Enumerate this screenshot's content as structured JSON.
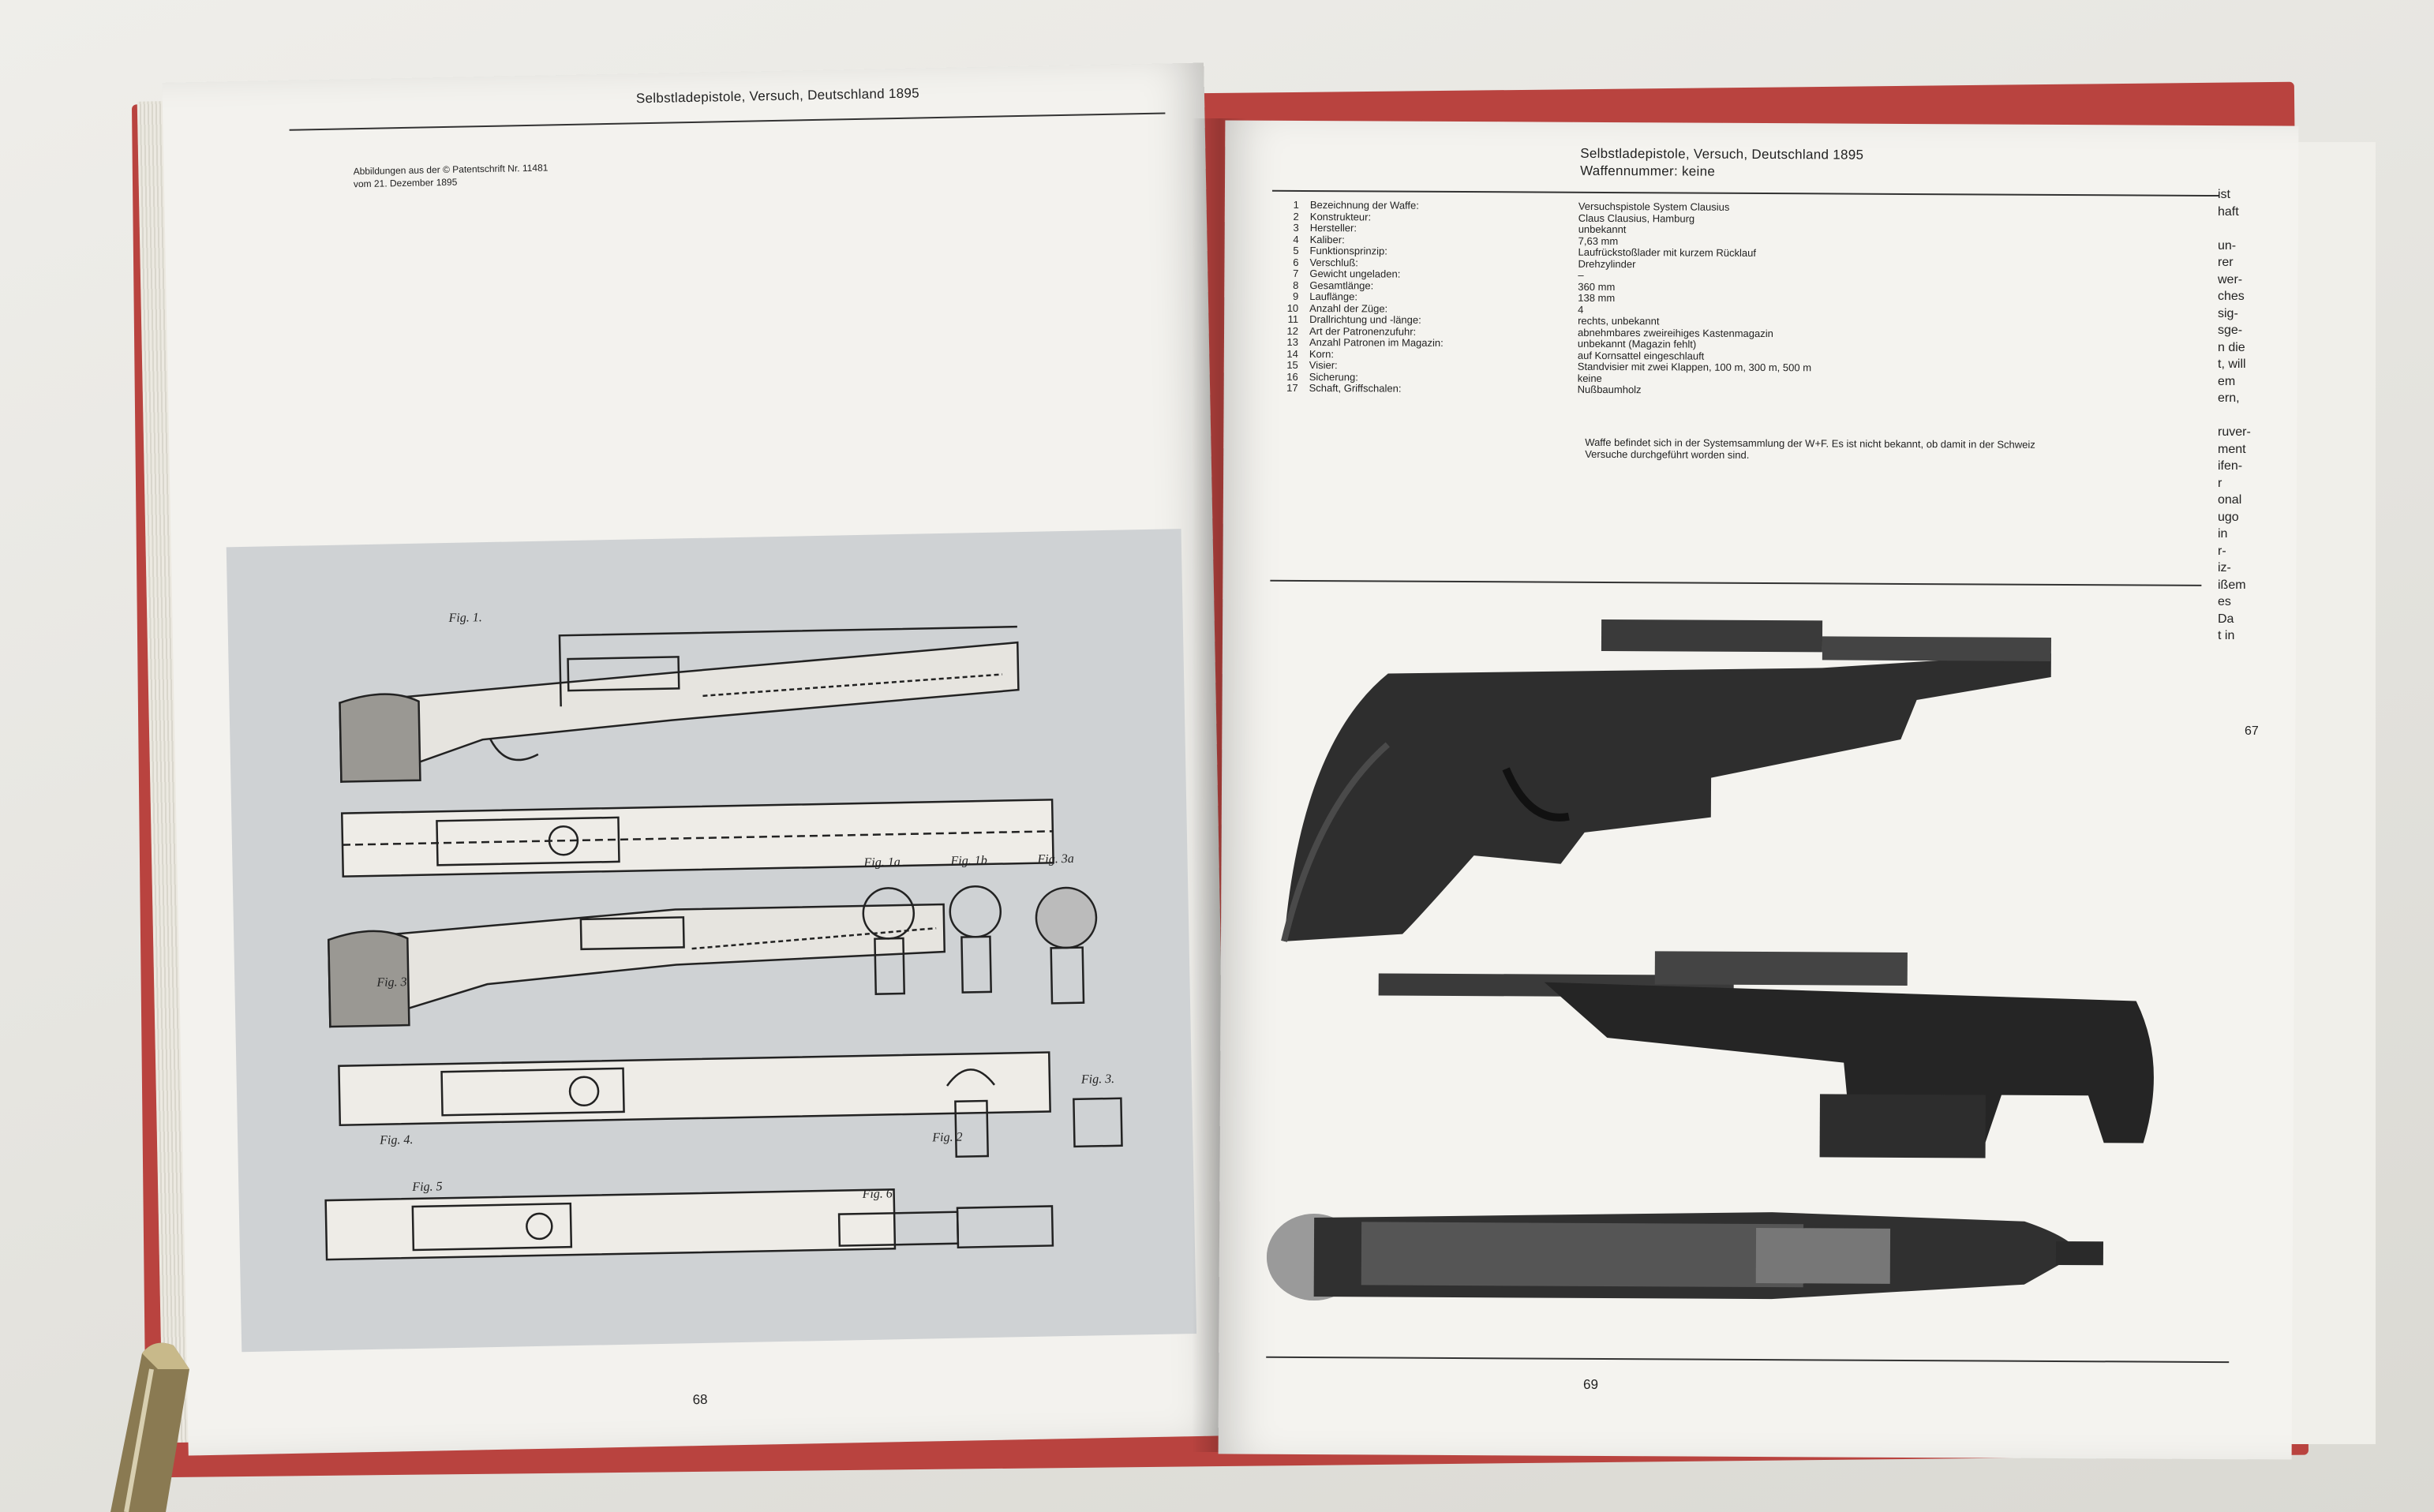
{
  "left_page": {
    "running_head": "Selbstladepistole, Versuch, Deutschland 1895",
    "caption_line1": "Abbildungen aus der © Patentschrift Nr. 11481",
    "caption_line2": "vom 21. Dezember 1895",
    "page_number": "68"
  },
  "right_page": {
    "heading_line1": "Selbstladepistole, Versuch, Deutschland 1895",
    "heading_line2": "Waffennummer: keine",
    "specs": [
      {
        "num": "1",
        "label": "Bezeichnung der Waffe:",
        "value": "Versuchspistole System Clausius"
      },
      {
        "num": "2",
        "label": "Konstrukteur:",
        "value": "Claus Clausius, Hamburg"
      },
      {
        "num": "3",
        "label": "Hersteller:",
        "value": "unbekannt"
      },
      {
        "num": "4",
        "label": "Kaliber:",
        "value": "7,63 mm"
      },
      {
        "num": "5",
        "label": "Funktionsprinzip:",
        "value": "Laufrückstoßlader mit kurzem Rücklauf"
      },
      {
        "num": "6",
        "label": "Verschluß:",
        "value": "Drehzylinder"
      },
      {
        "num": "7",
        "label": "Gewicht ungeladen:",
        "value": "–"
      },
      {
        "num": "8",
        "label": "Gesamtlänge:",
        "value": "360 mm"
      },
      {
        "num": "9",
        "label": "Lauflänge:",
        "value": "138 mm"
      },
      {
        "num": "10",
        "label": "Anzahl der Züge:",
        "value": "4"
      },
      {
        "num": "11",
        "label": "Drallrichtung und -länge:",
        "value": "rechts, unbekannt"
      },
      {
        "num": "12",
        "label": "Art der Patronenzufuhr:",
        "value": "abnehmbares zweireihiges Kastenmagazin"
      },
      {
        "num": "13",
        "label": "Anzahl Patronen im Magazin:",
        "value": "unbekannt (Magazin fehlt)"
      },
      {
        "num": "14",
        "label": "Korn:",
        "value": "auf Kornsattel eingeschlauft"
      },
      {
        "num": "15",
        "label": "Visier:",
        "value": "Standvisier mit zwei Klappen, 100 m, 300 m, 500 m"
      },
      {
        "num": "16",
        "label": "Sicherung:",
        "value": "keine"
      },
      {
        "num": "17",
        "label": "Schaft, Griffschalen:",
        "value": "Nußbaumholz"
      }
    ],
    "note_line1": "Waffe befindet sich in der Systemsammlung der W+F. Es ist nicht bekannt, ob damit in der Schweiz",
    "note_line2": "Versuche durchgeführt worden sind.",
    "page_number": "69"
  },
  "next_page": {
    "lines": [
      "ist",
      "haft",
      "",
      "un-",
      "rer",
      "wer-",
      "ches",
      "sig-",
      "sge-",
      "n die",
      "t, will",
      "em",
      "ern,",
      "",
      "ruver-",
      "ment",
      "ifen-",
      "r",
      "onal",
      "ugo",
      "in",
      "r-",
      "iz-",
      "ißem",
      "es",
      "Da",
      "t in"
    ],
    "page_number": "67"
  }
}
